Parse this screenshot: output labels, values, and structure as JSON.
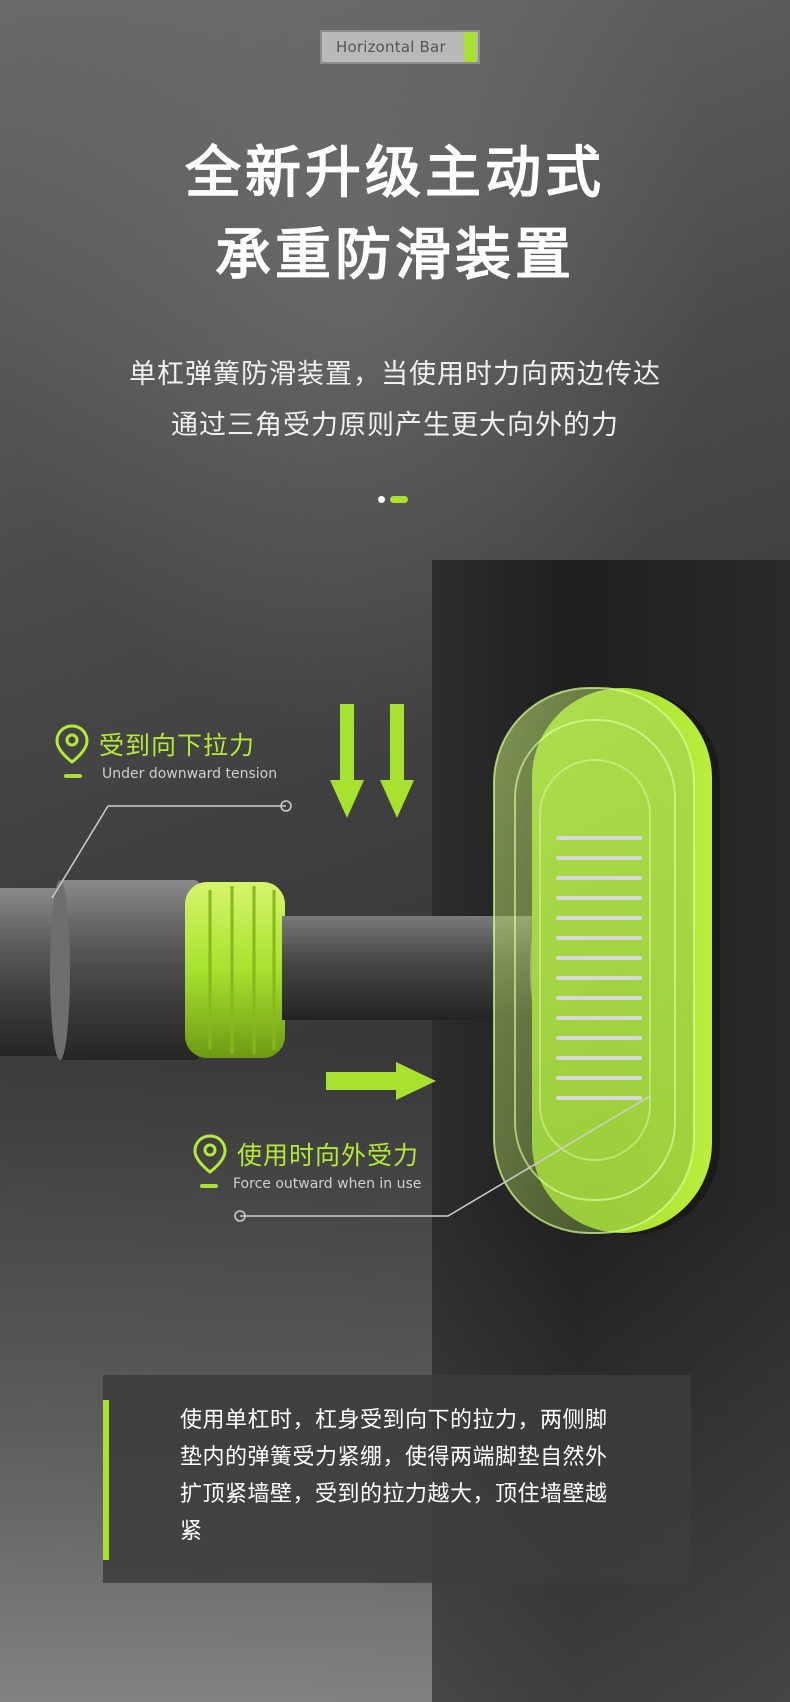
{
  "tag": {
    "text": "Horizontal Bar"
  },
  "title": {
    "line1": "全新升级主动式",
    "line2": "承重防滑装置"
  },
  "subtitle": {
    "line1": "单杠弹簧防滑装置，当使用时力向两边传达",
    "line2": "通过三角受力原则产生更大向外的力"
  },
  "pager": {
    "total": 2,
    "active": 2
  },
  "callouts": [
    {
      "cn": "受到向下拉力",
      "en": "Under downward tension",
      "icon": "location-pin-icon"
    },
    {
      "cn": "使用时向外受力",
      "en": "Force outward when in use",
      "icon": "location-pin-icon"
    }
  ],
  "arrows": {
    "down": "arrow-down-icon",
    "right": "arrow-right-icon"
  },
  "description": "使用单杠时，杠身受到向下的拉力，两侧脚垫内的弹簧受力紧绷，使得两端脚垫自然外扩顶紧墙壁，受到的拉力越大，顶住墙壁越紧",
  "colors": {
    "accent": "#a6e22e",
    "text": "#ffffff",
    "label": "#b5ea38"
  }
}
